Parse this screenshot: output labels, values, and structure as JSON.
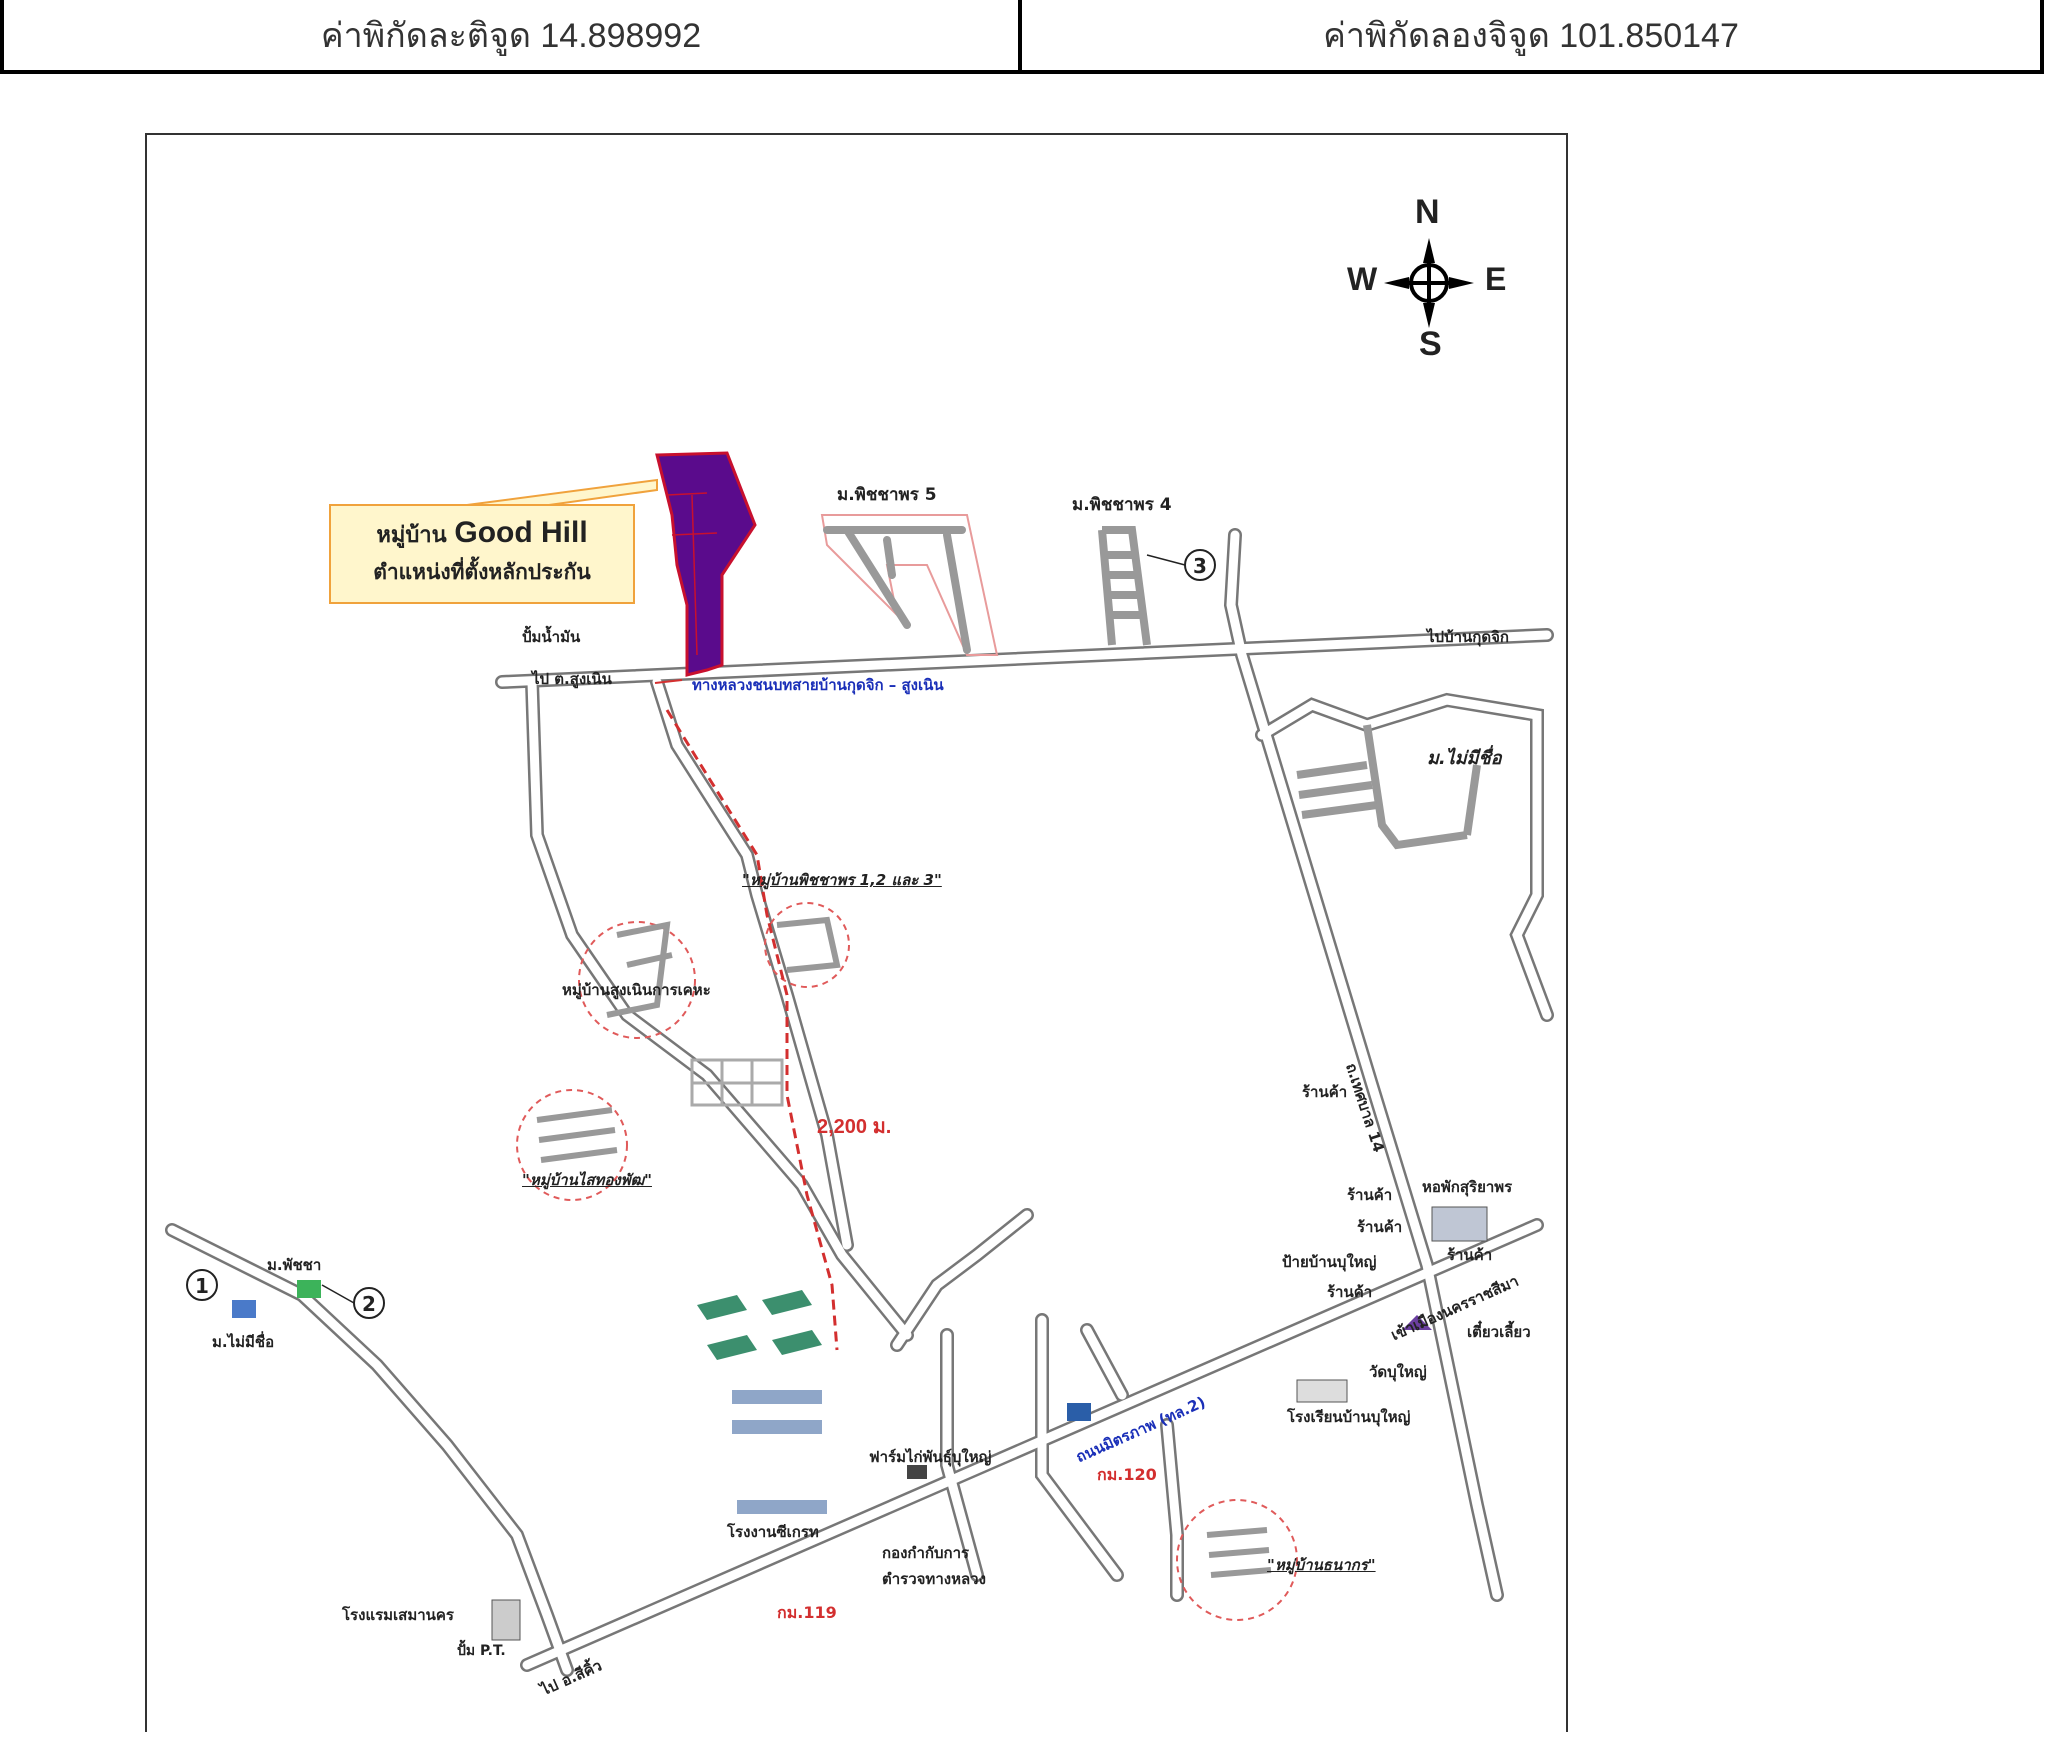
{
  "header": {
    "latitude_label": "ค่าพิกัดละติจูด 14.898992",
    "longitude_label": "ค่าพิกัดลองจิจูด 101.850147"
  },
  "compass": {
    "north": "N",
    "south": "S",
    "east": "E",
    "west": "W"
  },
  "callout": {
    "line1_prefix": "หมู่บ้าน",
    "line1_name": "Good Hill",
    "line2": "ตำแหน่งที่ตั้งหลักประกัน"
  },
  "labels": {
    "m_pichaya_5": "ม.พิชชาพร 5",
    "m_pichaya_4": "ม.พิชชาพร 4",
    "to_ban_kutchik": "ไปบ้านกุดจิก",
    "gas_station": "ปั้มน้ำมัน",
    "to_sung_noen": "ไป ต.สูงเนิน",
    "rural_road": "ทางหลวงชนบทสายบ้านกุดจิก – สูงเนิน",
    "unnamed_village_ne": "ม.ไม่มีชื่อ",
    "pichaya_village_123": "\"หมู่บ้านพิชชาพร 1,2 และ 3\"",
    "sung_noen_village": "หมู่บ้านสูงเนินการเคหะ",
    "distance": "2,200 ม.",
    "saithong_village": "\"หมู่บ้านไสทองพัฒ\"",
    "thesaban_road": "ถ.เทศบาล 14",
    "shop": "ร้านค้า",
    "dormitory": "หอพักสุริยาพร",
    "bus_stop": "ป้ายบ้านบุใหญ่",
    "noodle": "เตี๋ยวเลี้ยว",
    "wat_bu_yai": "วัดบุใหญ่",
    "school": "โรงเรียนบ้านบุใหญ่",
    "to_nakhon_ratchasima": "เข้าเมืองนครราชสีมา",
    "mittraphap_road": "ถนนมิตรภาพ (ทล.2)",
    "km120": "กม.120",
    "km119": "กม.119",
    "chicken_farm": "ฟาร์มไก่พันธุ์บุใหญ่",
    "factory": "โรงงานซีเกรท",
    "police": "กองกำกับการ\nตำรวจทางหลวง",
    "rinthanakorn": "\"หมู่บ้านธนากร\"",
    "hotel": "โรงแรมเสมานคร",
    "pt_station": "ปั้ม P.T.",
    "to_sikhio": "ไป อ.สีคิ้ว",
    "m_pichaya": "ม.พัชชา",
    "unnamed_village_w": "ม.ไม่มีชื่อ"
  },
  "markers": [
    "1",
    "2",
    "3"
  ],
  "colors": {
    "plot_fill": "#5a0b8c",
    "plot_outline": "#c8102e",
    "route": "#d32f2f",
    "road_label_blue": "#1a2fb8",
    "callout_bg": "#fff6cc",
    "callout_border": "#f0a23c"
  }
}
